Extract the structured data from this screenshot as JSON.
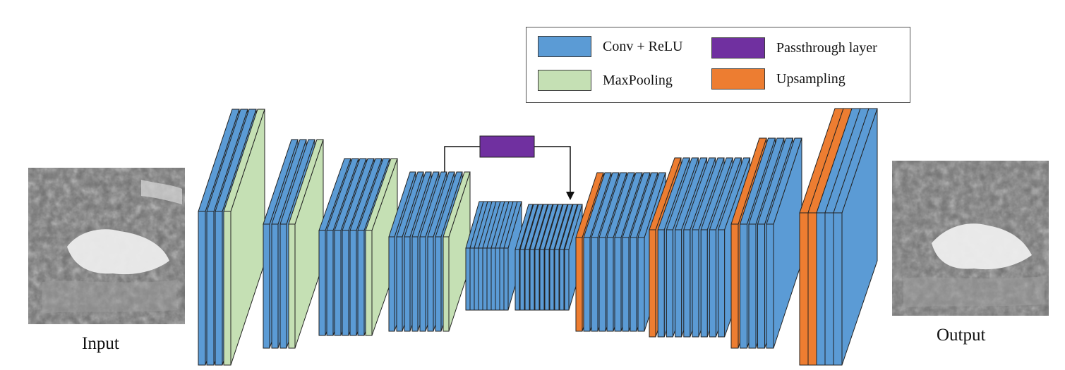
{
  "colors": {
    "conv": "#5b9bd5",
    "pool": "#c5e0b4",
    "pass": "#7030a0",
    "up": "#ed7d31",
    "stroke": "#222222"
  },
  "legend": {
    "items": [
      {
        "key": "conv",
        "label": "Conv + ReLU"
      },
      {
        "key": "pass",
        "label": "Passthrough layer"
      },
      {
        "key": "pool",
        "label": "MaxPooling"
      },
      {
        "key": "up",
        "label": "Upsampling"
      }
    ]
  },
  "input": {
    "label": "Input"
  },
  "output": {
    "label": "Output"
  },
  "network": {
    "blocks": [
      {
        "name": "block-1",
        "layers": [
          "conv",
          "conv",
          "conv",
          "pool"
        ]
      },
      {
        "name": "block-2",
        "layers": [
          "conv",
          "conv",
          "conv",
          "pool"
        ]
      },
      {
        "name": "block-3",
        "layers": [
          "conv",
          "conv",
          "conv",
          "conv",
          "conv",
          "conv",
          "pool"
        ]
      },
      {
        "name": "block-4",
        "layers": [
          "conv",
          "conv",
          "conv",
          "conv",
          "conv",
          "conv",
          "conv",
          "pool"
        ]
      },
      {
        "name": "block-5",
        "layers": [
          "conv",
          "conv",
          "conv",
          "conv",
          "conv",
          "conv",
          "conv",
          "conv",
          "conv",
          "conv"
        ]
      },
      {
        "name": "block-6",
        "layers": [
          "conv",
          "conv",
          "conv",
          "conv",
          "conv",
          "conv",
          "conv",
          "conv",
          "conv",
          "conv",
          "conv"
        ]
      },
      {
        "name": "block-7",
        "layers": [
          "up",
          "conv",
          "conv",
          "conv",
          "conv",
          "conv",
          "conv",
          "conv",
          "conv"
        ]
      },
      {
        "name": "block-8",
        "layers": [
          "up",
          "conv",
          "conv",
          "conv",
          "conv",
          "conv",
          "conv",
          "conv",
          "conv"
        ]
      },
      {
        "name": "block-9",
        "layers": [
          "up",
          "conv",
          "conv",
          "conv",
          "conv"
        ]
      },
      {
        "name": "block-10",
        "layers": [
          "up",
          "up",
          "conv",
          "conv",
          "conv"
        ]
      }
    ],
    "passthrough": {
      "from": "block-4",
      "to": "block-6"
    }
  }
}
